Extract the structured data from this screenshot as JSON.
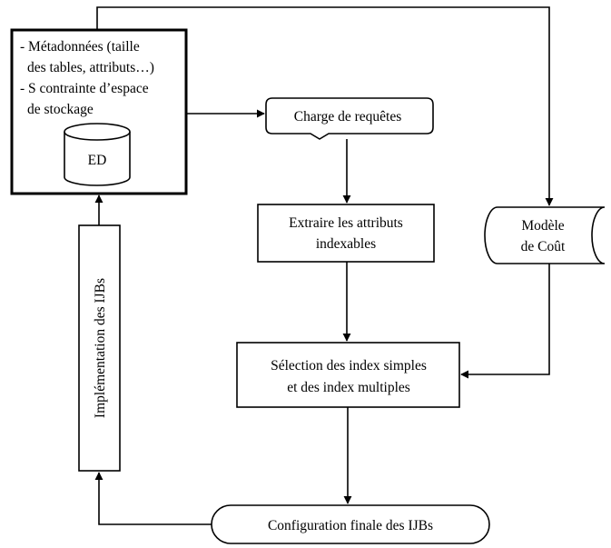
{
  "diagram": {
    "left_box": {
      "lines": [
        "-  Métadonnées (taille",
        "des tables, attributs…)",
        "- S contrainte d’espace",
        "de stockage"
      ],
      "database_label": "ED"
    },
    "workload": {
      "label": "Charge de requêtes"
    },
    "extract": {
      "line1": "Extraire les attributs",
      "line2": "indexables"
    },
    "cost_model": {
      "line1": "Modèle",
      "line2": "de Coût"
    },
    "selection": {
      "line1": "Sélection des index simples",
      "line2": "et des index multiples"
    },
    "final_config": {
      "label": "Configuration finale des IJBs"
    },
    "implementation": {
      "label": "Implémentation des IJBs"
    }
  }
}
